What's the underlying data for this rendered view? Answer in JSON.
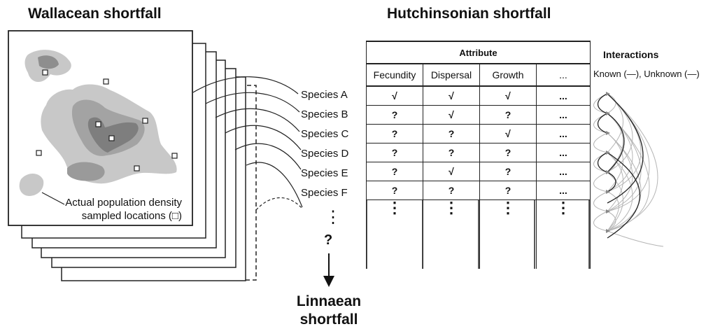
{
  "titles": {
    "wallacean": "Wallacean shortfall",
    "hutchinsonian": "Hutchinsonian shortfall",
    "linnaean_line1": "Linnaean",
    "linnaean_line2": "shortfall"
  },
  "map": {
    "caption_line1": "Actual population density",
    "caption_line2": "sampled locations (□)"
  },
  "species": [
    "Species A",
    "Species B",
    "Species C",
    "Species D",
    "Species E",
    "Species F"
  ],
  "vertical_ellipsis": "⋮",
  "question_mark": "?",
  "table": {
    "header": "Attribute",
    "columns": [
      "Fecundity",
      "Dispersal",
      "Growth",
      "..."
    ],
    "rows": [
      [
        "√",
        "√",
        "√",
        "..."
      ],
      [
        "?",
        "√",
        "?",
        "..."
      ],
      [
        "?",
        "?",
        "√",
        "..."
      ],
      [
        "?",
        "?",
        "?",
        "..."
      ],
      [
        "?",
        "√",
        "?",
        "..."
      ],
      [
        "?",
        "?",
        "?",
        "..."
      ]
    ],
    "ellipsis_row": [
      "⋮",
      "⋮",
      "⋮",
      "⋮"
    ]
  },
  "interactions": {
    "title": "Interactions",
    "legend": "Known (—), Unknown (—)"
  },
  "colors": {
    "density_light": "#c8c8c8",
    "density_mid": "#a3a3a3",
    "density_dark": "#7e7e7e",
    "unknown_line": "#b5b5b5",
    "known_line": "#222222"
  }
}
